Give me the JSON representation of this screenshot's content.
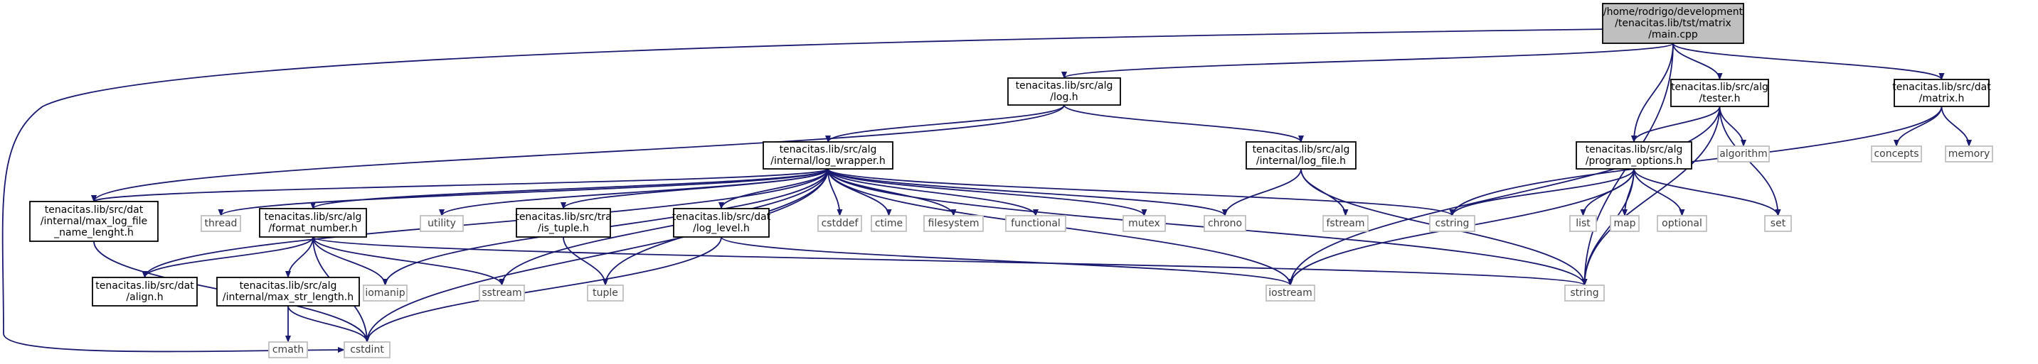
{
  "graph": {
    "colors": {
      "edge": "#191970",
      "root_fill": "#bfbfbf",
      "node_border": "#000000",
      "external_border": "#bfbfbf",
      "external_text": "#404040",
      "text": "#000000"
    },
    "nodes": [
      {
        "id": "main",
        "kind": "root",
        "lines": [
          "/home/rodrigo/development",
          "/tenacitas.lib/tst/matrix",
          "/main.cpp"
        ]
      },
      {
        "id": "log",
        "kind": "local",
        "lines": [
          "tenacitas.lib/src/alg",
          "/log.h"
        ]
      },
      {
        "id": "tester",
        "kind": "local",
        "lines": [
          "tenacitas.lib/src/alg",
          "/tester.h"
        ]
      },
      {
        "id": "matrix",
        "kind": "local",
        "lines": [
          "tenacitas.lib/src/dat",
          "/matrix.h"
        ]
      },
      {
        "id": "log_wrapper",
        "kind": "local",
        "lines": [
          "tenacitas.lib/src/alg",
          "/internal/log_wrapper.h"
        ]
      },
      {
        "id": "log_file",
        "kind": "local",
        "lines": [
          "tenacitas.lib/src/alg",
          "/internal/log_file.h"
        ]
      },
      {
        "id": "program_options",
        "kind": "local",
        "lines": [
          "tenacitas.lib/src/alg",
          "/program_options.h"
        ]
      },
      {
        "id": "max_log_file",
        "kind": "local",
        "lines": [
          "tenacitas.lib/src/dat",
          "/internal/max_log_file",
          "_name_lenght.h"
        ]
      },
      {
        "id": "format_number",
        "kind": "local",
        "lines": [
          "tenacitas.lib/src/alg",
          "/format_number.h"
        ]
      },
      {
        "id": "is_tuple",
        "kind": "local",
        "lines": [
          "tenacitas.lib/src/tra",
          "/is_tuple.h"
        ]
      },
      {
        "id": "log_level",
        "kind": "local",
        "lines": [
          "tenacitas.lib/src/dat",
          "/log_level.h"
        ]
      },
      {
        "id": "align",
        "kind": "local",
        "lines": [
          "tenacitas.lib/src/dat",
          "/align.h"
        ]
      },
      {
        "id": "max_str_length",
        "kind": "local",
        "lines": [
          "tenacitas.lib/src/alg",
          "/internal/max_str_length.h"
        ]
      },
      {
        "id": "thread",
        "kind": "external",
        "lines": [
          "thread"
        ]
      },
      {
        "id": "utility",
        "kind": "external",
        "lines": [
          "utility"
        ]
      },
      {
        "id": "cstddef",
        "kind": "external",
        "lines": [
          "cstddef"
        ]
      },
      {
        "id": "ctime",
        "kind": "external",
        "lines": [
          "ctime"
        ]
      },
      {
        "id": "filesystem",
        "kind": "external",
        "lines": [
          "filesystem"
        ]
      },
      {
        "id": "functional",
        "kind": "external",
        "lines": [
          "functional"
        ]
      },
      {
        "id": "mutex",
        "kind": "external",
        "lines": [
          "mutex"
        ]
      },
      {
        "id": "chrono",
        "kind": "external",
        "lines": [
          "chrono"
        ]
      },
      {
        "id": "fstream",
        "kind": "external",
        "lines": [
          "fstream"
        ]
      },
      {
        "id": "cstring",
        "kind": "external",
        "lines": [
          "cstring"
        ]
      },
      {
        "id": "algorithm",
        "kind": "external",
        "lines": [
          "algorithm"
        ]
      },
      {
        "id": "concepts",
        "kind": "external",
        "lines": [
          "concepts"
        ]
      },
      {
        "id": "memory",
        "kind": "external",
        "lines": [
          "memory"
        ]
      },
      {
        "id": "list",
        "kind": "external",
        "lines": [
          "list"
        ]
      },
      {
        "id": "map",
        "kind": "external",
        "lines": [
          "map"
        ]
      },
      {
        "id": "optional",
        "kind": "external",
        "lines": [
          "optional"
        ]
      },
      {
        "id": "set",
        "kind": "external",
        "lines": [
          "set"
        ]
      },
      {
        "id": "iomanip",
        "kind": "external",
        "lines": [
          "iomanip"
        ]
      },
      {
        "id": "sstream",
        "kind": "external",
        "lines": [
          "sstream"
        ]
      },
      {
        "id": "tuple",
        "kind": "external",
        "lines": [
          "tuple"
        ]
      },
      {
        "id": "iostream",
        "kind": "external",
        "lines": [
          "iostream"
        ]
      },
      {
        "id": "string",
        "kind": "external",
        "lines": [
          "string"
        ]
      },
      {
        "id": "cmath",
        "kind": "external",
        "lines": [
          "cmath"
        ]
      },
      {
        "id": "cstdint",
        "kind": "external",
        "lines": [
          "cstdint"
        ]
      }
    ],
    "edges": [
      {
        "from": "main",
        "to": "log"
      },
      {
        "from": "main",
        "to": "tester"
      },
      {
        "from": "main",
        "to": "matrix"
      },
      {
        "from": "main",
        "to": "program_options"
      },
      {
        "from": "main",
        "to": "string"
      },
      {
        "from": "main",
        "to": "cstdint"
      },
      {
        "from": "log",
        "to": "log_wrapper"
      },
      {
        "from": "log",
        "to": "log_file"
      },
      {
        "from": "log",
        "to": "max_log_file"
      },
      {
        "from": "log_wrapper",
        "to": "max_log_file"
      },
      {
        "from": "log_wrapper",
        "to": "align"
      },
      {
        "from": "log_wrapper",
        "to": "thread"
      },
      {
        "from": "log_wrapper",
        "to": "format_number"
      },
      {
        "from": "log_wrapper",
        "to": "iomanip"
      },
      {
        "from": "log_wrapper",
        "to": "utility"
      },
      {
        "from": "log_wrapper",
        "to": "sstream"
      },
      {
        "from": "log_wrapper",
        "to": "is_tuple"
      },
      {
        "from": "log_wrapper",
        "to": "tuple"
      },
      {
        "from": "log_wrapper",
        "to": "log_level"
      },
      {
        "from": "log_wrapper",
        "to": "cstddef"
      },
      {
        "from": "log_wrapper",
        "to": "ctime"
      },
      {
        "from": "log_wrapper",
        "to": "filesystem"
      },
      {
        "from": "log_wrapper",
        "to": "functional"
      },
      {
        "from": "log_wrapper",
        "to": "mutex"
      },
      {
        "from": "log_wrapper",
        "to": "chrono"
      },
      {
        "from": "log_wrapper",
        "to": "iostream"
      },
      {
        "from": "log_wrapper",
        "to": "cstring"
      },
      {
        "from": "log_wrapper",
        "to": "string"
      },
      {
        "from": "log_wrapper",
        "to": "cstdint"
      },
      {
        "from": "log_file",
        "to": "chrono"
      },
      {
        "from": "log_file",
        "to": "fstream"
      },
      {
        "from": "log_file",
        "to": "string"
      },
      {
        "from": "tester",
        "to": "program_options"
      },
      {
        "from": "tester",
        "to": "algorithm"
      },
      {
        "from": "tester",
        "to": "iostream"
      },
      {
        "from": "tester",
        "to": "set"
      },
      {
        "from": "tester",
        "to": "string"
      },
      {
        "from": "matrix",
        "to": "cstring"
      },
      {
        "from": "matrix",
        "to": "concepts"
      },
      {
        "from": "matrix",
        "to": "memory"
      },
      {
        "from": "program_options",
        "to": "cstring"
      },
      {
        "from": "program_options",
        "to": "list"
      },
      {
        "from": "program_options",
        "to": "map"
      },
      {
        "from": "program_options",
        "to": "optional"
      },
      {
        "from": "program_options",
        "to": "set"
      },
      {
        "from": "program_options",
        "to": "iostream"
      },
      {
        "from": "program_options",
        "to": "string"
      },
      {
        "from": "max_log_file",
        "to": "cstdint"
      },
      {
        "from": "format_number",
        "to": "align"
      },
      {
        "from": "format_number",
        "to": "max_str_length"
      },
      {
        "from": "format_number",
        "to": "iomanip"
      },
      {
        "from": "format_number",
        "to": "sstream"
      },
      {
        "from": "format_number",
        "to": "string"
      },
      {
        "from": "format_number",
        "to": "cstdint"
      },
      {
        "from": "is_tuple",
        "to": "tuple"
      },
      {
        "from": "log_level",
        "to": "iostream"
      },
      {
        "from": "log_level",
        "to": "cstdint"
      },
      {
        "from": "max_str_length",
        "to": "cmath"
      },
      {
        "from": "max_str_length",
        "to": "cstdint"
      }
    ]
  }
}
